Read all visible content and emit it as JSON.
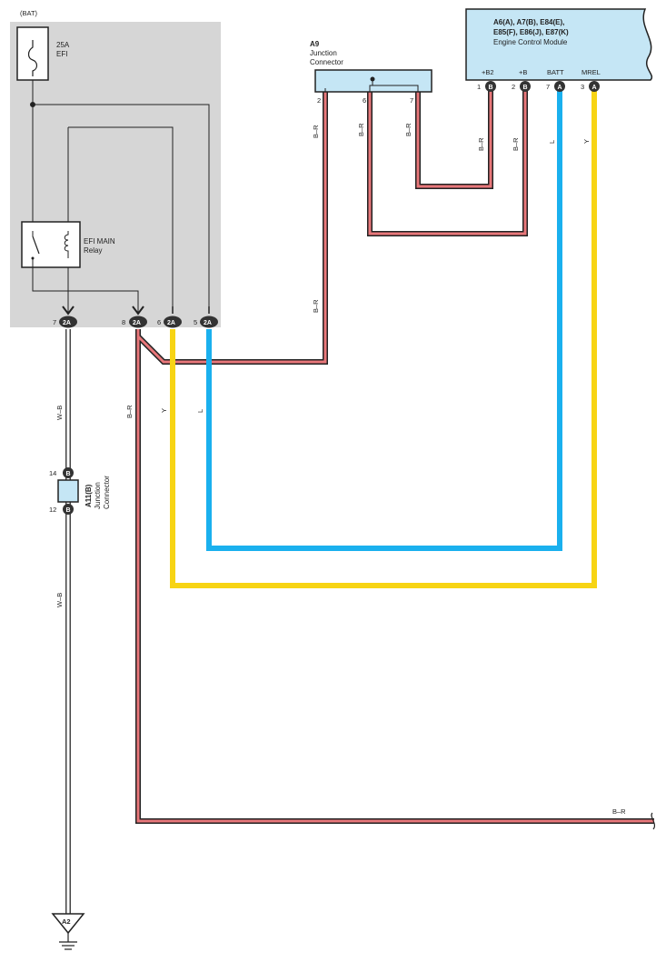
{
  "colors": {
    "B-R_core": "#e8777a",
    "B-R_edge": "#222222",
    "L": "#1ab0ee",
    "Y": "#f7d414",
    "W-B_core": "#ffffff",
    "W-B_edge": "#444444",
    "module_fill": "#d6d6d6",
    "connector_fill": "#c5e6f5"
  },
  "bat": {
    "label": "(BAT)",
    "fuse_rating": "25A",
    "fuse_name": "EFI"
  },
  "relay": {
    "name_line1": "EFI MAIN",
    "name_line2": "Relay"
  },
  "block_2A": {
    "connector_code": "2A",
    "pins": [
      "7",
      "8",
      "6",
      "5"
    ]
  },
  "a9": {
    "id": "A9",
    "name_line1": "Junction",
    "name_line2": "Connector",
    "pins": [
      "2",
      "6",
      "7"
    ]
  },
  "ecm": {
    "codes_line1": "A6(A), A7(B), E84(E),",
    "codes_line2": "E85(F), E86(J), E87(K)",
    "name": "Engine Control Module",
    "terminals": [
      {
        "num": "1",
        "code": "B",
        "name": "+B2"
      },
      {
        "num": "2",
        "code": "B",
        "name": "+B"
      },
      {
        "num": "7",
        "code": "A",
        "name": "BATT"
      },
      {
        "num": "3",
        "code": "A",
        "name": "MREL"
      }
    ]
  },
  "a11": {
    "id": "A11(B)",
    "name_line1": "Junction",
    "name_line2": "Connector",
    "pin_top_num": "14",
    "pin_top_code": "B",
    "pin_bottom_num": "12",
    "pin_bottom_code": "B"
  },
  "wire_labels": {
    "br": "B–R",
    "y": "Y",
    "l": "L",
    "wb": "W–B"
  },
  "ground": {
    "id": "A2"
  }
}
